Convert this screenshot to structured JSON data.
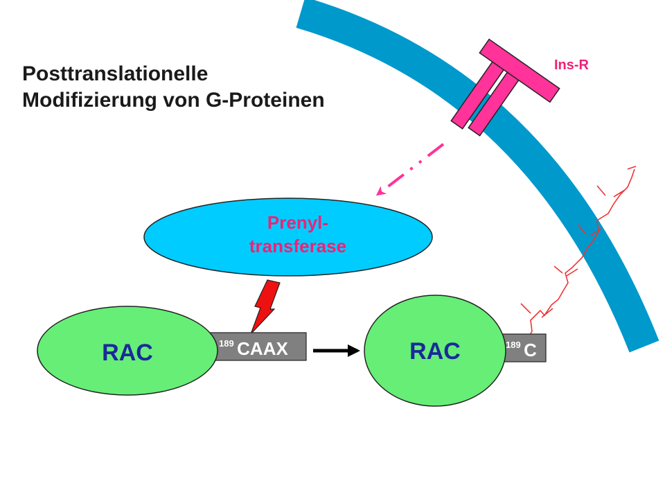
{
  "title": {
    "line1": "Posttranslationelle",
    "line2": "Modifizierung von G-Proteinen"
  },
  "receptor": {
    "label": "Ins-R"
  },
  "enzyme": {
    "line1": "Prenyl-",
    "line2": "transferase"
  },
  "protein_left": {
    "label": "RAC",
    "tag_number": "189",
    "tag_text": "CAAX"
  },
  "protein_right": {
    "label": "RAC",
    "tag_number": "189",
    "tag_text": "C"
  },
  "colors": {
    "membrane": "#0099CC",
    "receptor": "#FF3399",
    "enzyme": "#00CCFF",
    "protein": "#66EE77",
    "tag": "#808080",
    "bolt": "#EE1111",
    "chain": "#EE3333",
    "protein_text": "#1a2a99",
    "enzyme_text": "#EE2277"
  }
}
